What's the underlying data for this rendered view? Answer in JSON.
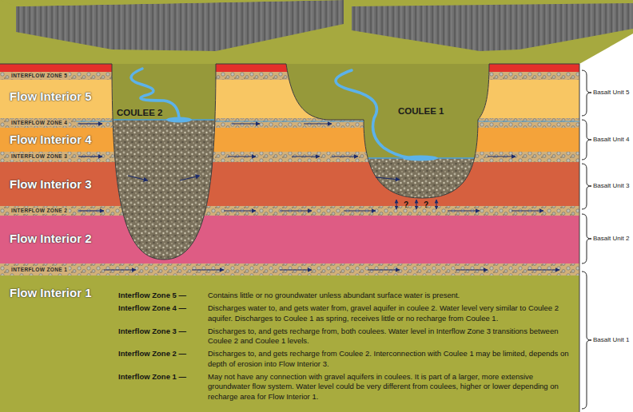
{
  "diagram": {
    "labels": [
      "INTERFLOW ZONE 5",
      "Flow Interior 5",
      "COULEE 2",
      "INTERFLOW ZONE 4",
      "Flow Interior 4",
      "COULEE 1",
      "INTERFLOW ZONE 3",
      "Flow Interior 3",
      "?",
      "?",
      "INTERFLOW ZONE 2",
      "Flow Interior 2",
      "INTERFLOW ZONE 1",
      "Flow Interior 1",
      "Basalt Unit 5",
      "Basalt Unit 4",
      "Basalt Unit 3",
      "Basalt Unit 2",
      "Basalt Unit 1",
      "Interflow Zone 5 —",
      "Contains little or no groundwater unless abundant surface water is present.",
      "Interflow Zone 4 —",
      "Discharges water to, and gets water from, gravel aquifer in coulee 2. Water level very similar to Coulee 2 aquifer. Discharges to Coulee 1 as spring, receives little or no recharge from Coulee 1.",
      "Interflow Zone 3 —",
      "Discharges to, and gets recharge from, both coulees. Water level in Interflow Zone 3 transitions between Coulee 2 and Coulee 1 levels.",
      "Interflow Zone 2 —",
      "Discharges to, and gets recharge from Coulee 2. Interconnection with Coulee 1 may be limited, depends on depth of erosion into Flow Interior 3.",
      "Interflow Zone 1 —",
      "May not have any connection with gravel aquifers in coulees. It is part of a larger, more extensive groundwater flow system. Water level could be very different from coulees, higher or lower depending on recharge area for Flow Interior 1."
    ]
  }
}
